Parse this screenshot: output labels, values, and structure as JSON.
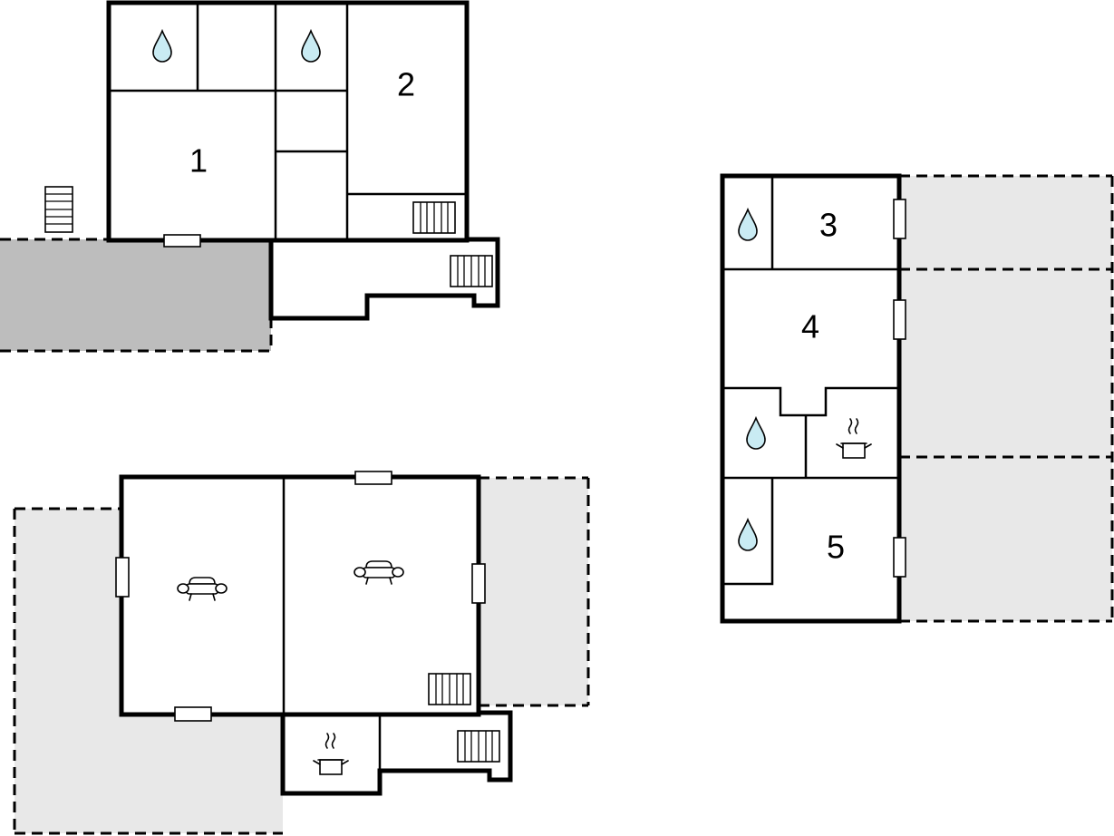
{
  "floor_plan": {
    "rooms": [
      {
        "number": "1"
      },
      {
        "number": "2"
      },
      {
        "number": "3"
      },
      {
        "number": "4"
      },
      {
        "number": "5"
      }
    ],
    "icons": {
      "bathroom": "water-drop-icon",
      "kitchen": "cooking-pot-icon",
      "living": "sofa-icon",
      "stairs": "stairs-icon",
      "window": "window-icon"
    },
    "colors": {
      "wall": "#000000",
      "water_drop": "#c9ebf3",
      "terrace_light": "#e8e8e8",
      "terrace_dark": "#bdbdbd"
    }
  }
}
